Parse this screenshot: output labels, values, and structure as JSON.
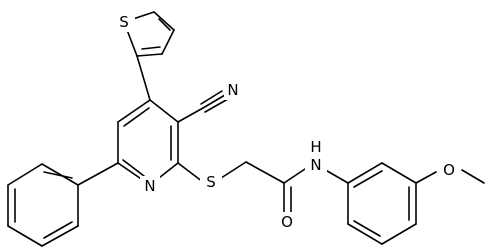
{
  "structure": {
    "atom_labels": {
      "S1": "S",
      "N1": "N",
      "N2": "N",
      "S2": "S",
      "O1": "O",
      "NH": "N",
      "H": "H",
      "O2": "O"
    }
  }
}
